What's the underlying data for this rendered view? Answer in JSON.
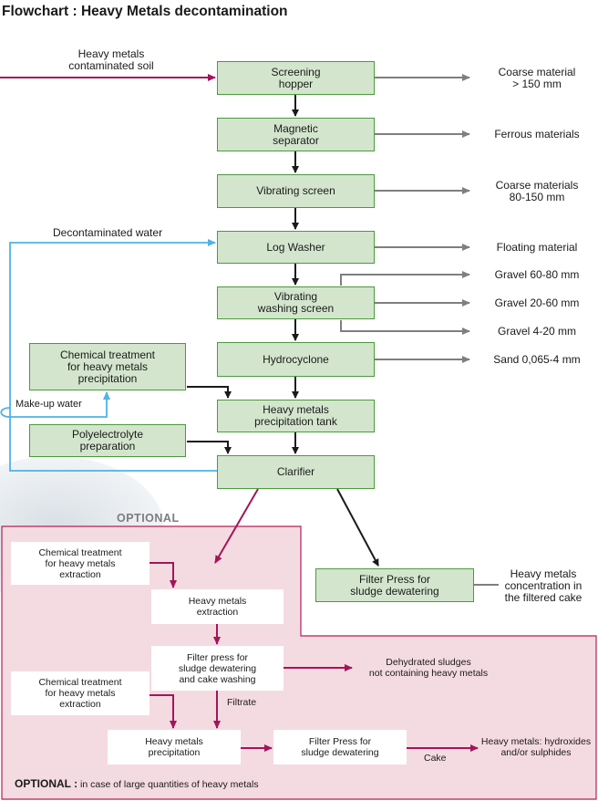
{
  "title": "Flowchart : Heavy Metals decontamination",
  "input_label": "Heavy metals\ncontaminated soil",
  "main_boxes": {
    "screening_hopper": "Screening\nhopper",
    "magnetic_separator": "Magnetic\nseparator",
    "vibrating_screen": "Vibrating screen",
    "log_washer": "Log Washer",
    "vibrating_washing_screen": "Vibrating\nwashing screen",
    "hydrocyclone": "Hydrocyclone",
    "precipitation_tank": "Heavy metals\nprecipitation tank",
    "clarifier": "Clarifier",
    "chemical_treatment_precip": "Chemical treatment\nfor heavy metals\nprecipitation",
    "polyelectrolyte": "Polyelectrolyte\npreparation",
    "filter_press_main": "Filter Press for\nsludge dewatering"
  },
  "outputs": {
    "coarse_material": "Coarse material\n> 150 mm",
    "ferrous": "Ferrous materials",
    "coarse_materials_80_150": "Coarse materials\n80-150 mm",
    "floating": "Floating material",
    "gravel_60_80": "Gravel 60-80 mm",
    "gravel_20_60": "Gravel 20-60 mm",
    "gravel_4_20": "Gravel 4-20 mm",
    "sand": "Sand 0,065-4 mm",
    "concentration_cake": "Heavy metals\nconcentration in\nthe filtered cake"
  },
  "water_labels": {
    "decontaminated_water": "Decontaminated water",
    "make_up_water": "Make-up water"
  },
  "optional": {
    "heading": "OPTIONAL",
    "chem_extraction_1": "Chemical treatment\nfor heavy metals\nextraction",
    "extraction": "Heavy metals\nextraction",
    "filter_press_washing": "Filter press for\nsludge dewatering\nand cake washing",
    "dehydrated_sludges": "Dehydrated sludges\nnot containing heavy metals",
    "chem_extraction_2": "Chemical treatment\nfor heavy metals\nextraction",
    "filtrate": "Filtrate",
    "precipitation": "Heavy metals\nprecipitation",
    "filter_press_opt": "Filter Press for\nsludge dewatering",
    "cake": "Cake",
    "hydroxides": "Heavy metals: hydroxides\nand/or sulphides",
    "footnote_bold": "OPTIONAL :",
    "footnote_text": " in case of large quantities of heavy metals"
  },
  "colors": {
    "green_fill": "#d3e6cd",
    "green_border": "#4a9a3c",
    "pink_panel": "#f4dbe1",
    "pink_border": "#b31f5a",
    "magenta_arrow": "#a3155a",
    "blue_water": "#4fb3e8",
    "gray_arrow": "#7f7f7f"
  }
}
